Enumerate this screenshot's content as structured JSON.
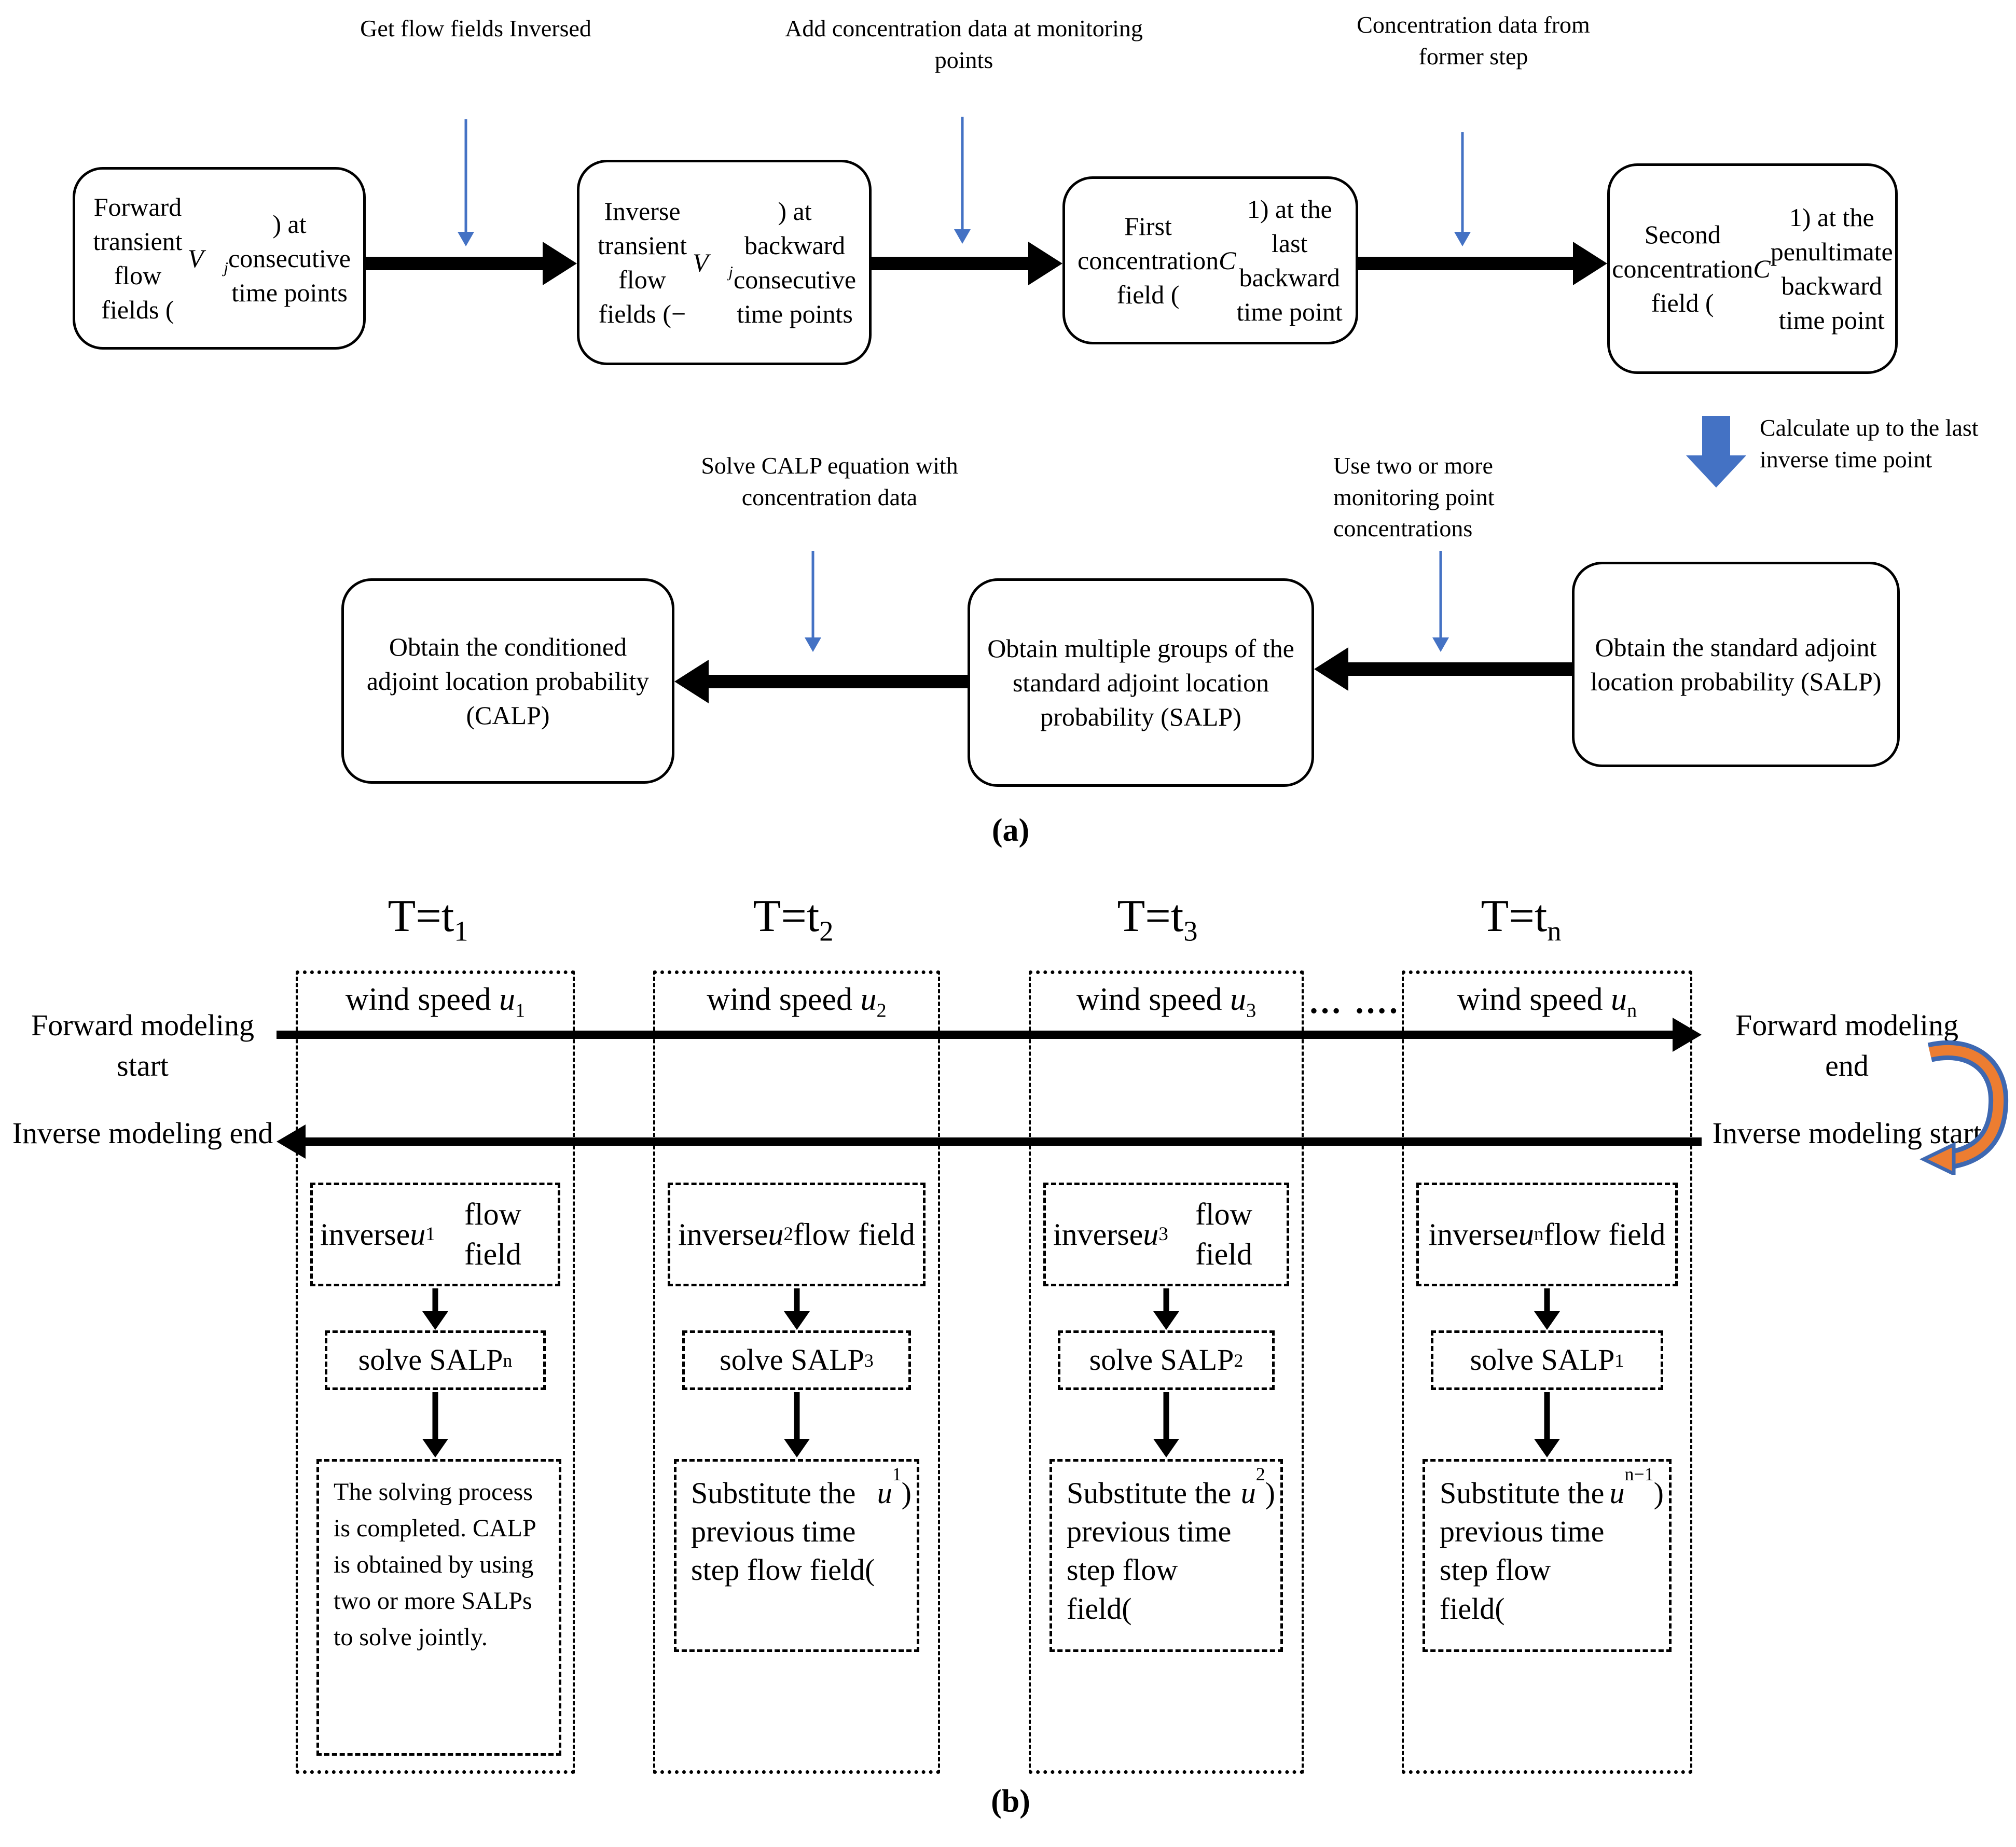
{
  "figure": {
    "caption_a": "(a)",
    "caption_b": "(b)"
  },
  "part_a": {
    "step_boxes": [
      {
        "text": "Forward transient flow fields (<i>V⃗<sub>j</sub></i>) at consecutive time points"
      },
      {
        "text": "Inverse transient flow fields (−<i>V⃗<sub>j</sub></i>) at backward consecutive time points"
      },
      {
        "text": "First concentration field (<i>C</i>1) at the last backward time point"
      },
      {
        "text": "Second concentration field (<i>C</i>1) at the penultimate backward time point"
      },
      {
        "text": "Obtain the standard adjoint location probability (SALP)"
      },
      {
        "text": "Obtain multiple groups of the standard adjoint location probability (SALP)"
      },
      {
        "text": "Obtain the conditioned adjoint location probability (CALP)"
      }
    ],
    "annotations": [
      {
        "text": "Get flow fields Inversed"
      },
      {
        "text": "Add concentration data at monitoring points"
      },
      {
        "text": "Concentration data from former step"
      },
      {
        "text": "Calculate up to the last inverse time point"
      },
      {
        "text": "Use two or more monitoring point concentrations"
      },
      {
        "text": "Solve CALP equation with concentration data"
      }
    ]
  },
  "part_b": {
    "time_headers": [
      "T=t<sub>1</sub>",
      "T=t<sub>2</sub>",
      "T=t<sub>3</sub>",
      "T=t<sub>n</sub>"
    ],
    "ellipsis": "… ….",
    "axis_labels": {
      "forward_start": "Forward modeling start",
      "forward_end": "Forward modeling end",
      "inverse_end": "Inverse modeling end",
      "inverse_start": "Inverse modeling start"
    },
    "columns": [
      {
        "wind": "wind speed <i>u</i><sub>1</sub>",
        "inverse": "inverse <i>u</i><sub>1</sub> flow field",
        "solve": "solve SALP<sub>n</sub>",
        "result": "The solving process is completed. CALP  is obtained by using two or more SALPs to solve jointly."
      },
      {
        "wind": "wind speed <i>u</i><sub>2</sub>",
        "inverse": "inverse <i>u</i><sub>2</sub> flow field",
        "solve": "solve SALP<sub>3</sub>",
        "result": "Substitute the previous time step flow field(<i>u</i><sub>1</sub>)"
      },
      {
        "wind": "wind speed <i>u</i><sub>3</sub>",
        "inverse": "inverse <i>u</i><sub>3</sub> flow field",
        "solve": "solve SALP<sub>2</sub>",
        "result": "Substitute the previous time step flow field(<i>u</i><sub>2</sub>)"
      },
      {
        "wind": "wind speed <i>u</i><sub>n</sub>",
        "inverse": "inverse <i>u</i><sub>n</sub> flow field",
        "solve": "solve SALP<sub>1</sub>",
        "result": "Substitute the previous time step flow field(<i>u</i><sub>n−1</sub>)"
      }
    ]
  },
  "colors": {
    "accent_blue": "#4472C4",
    "arrow_orange": "#ED7D31",
    "arrow_outline_blue": "#3E68B1",
    "ink": "#000000"
  }
}
